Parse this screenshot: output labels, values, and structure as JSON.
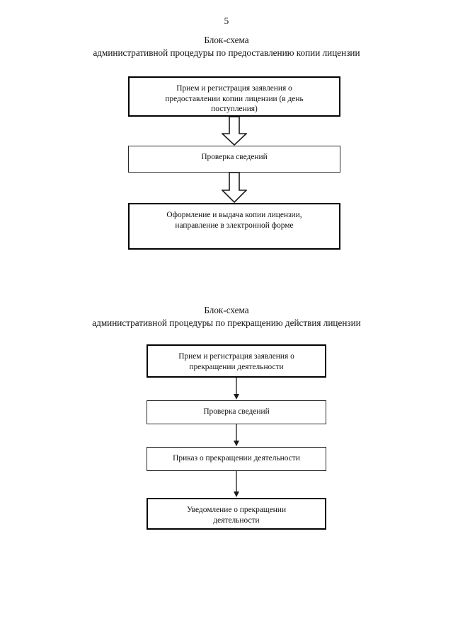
{
  "document": {
    "page_number": "5",
    "language": "ru"
  },
  "charts": [
    {
      "id": "flow-1",
      "title_lines": [
        "Блок-схема",
        "административной процедуры по предоставлению копии лицензии"
      ],
      "arrow_style": "block-hollow",
      "nodes": [
        {
          "id": "node-1-1",
          "border": "heavy",
          "text_lines": [
            "Прием и регистрация заявления о",
            "предоставлении копии лицензии (в день",
            "поступления)"
          ]
        },
        {
          "id": "node-1-2",
          "border": "light",
          "text_lines": [
            "Проверка сведений"
          ]
        },
        {
          "id": "node-1-3",
          "border": "heavy",
          "text_lines": [
            "Оформление и выдача копии лицензии,",
            "направление в электронной форме"
          ]
        }
      ],
      "connections": [
        {
          "from": "node-1-1",
          "to": "node-1-2"
        },
        {
          "from": "node-1-2",
          "to": "node-1-3"
        }
      ]
    },
    {
      "id": "flow-2",
      "title_lines": [
        "Блок-схема",
        "административной процедуры по прекращению действия лицензии"
      ],
      "arrow_style": "thin-line",
      "nodes": [
        {
          "id": "node-2-1",
          "border": "heavy",
          "text_lines": [
            "Прием и регистрация заявления о",
            "прекращении деятельности"
          ]
        },
        {
          "id": "node-2-2",
          "border": "light",
          "text_lines": [
            "Проверка сведений"
          ]
        },
        {
          "id": "node-2-3",
          "border": "light",
          "text_lines": [
            "Приказ о прекращении деятельности"
          ]
        },
        {
          "id": "node-2-4",
          "border": "heavy",
          "text_lines": [
            "Уведомление о прекращении",
            "деятельности"
          ]
        }
      ],
      "connections": [
        {
          "from": "node-2-1",
          "to": "node-2-2"
        },
        {
          "from": "node-2-2",
          "to": "node-2-3"
        },
        {
          "from": "node-2-3",
          "to": "node-2-4"
        }
      ]
    }
  ],
  "colors": {
    "page_background": "#ffffff",
    "ink": "#111111",
    "box_border_heavy": "#000000",
    "box_border_light": "#2a2a2a"
  }
}
